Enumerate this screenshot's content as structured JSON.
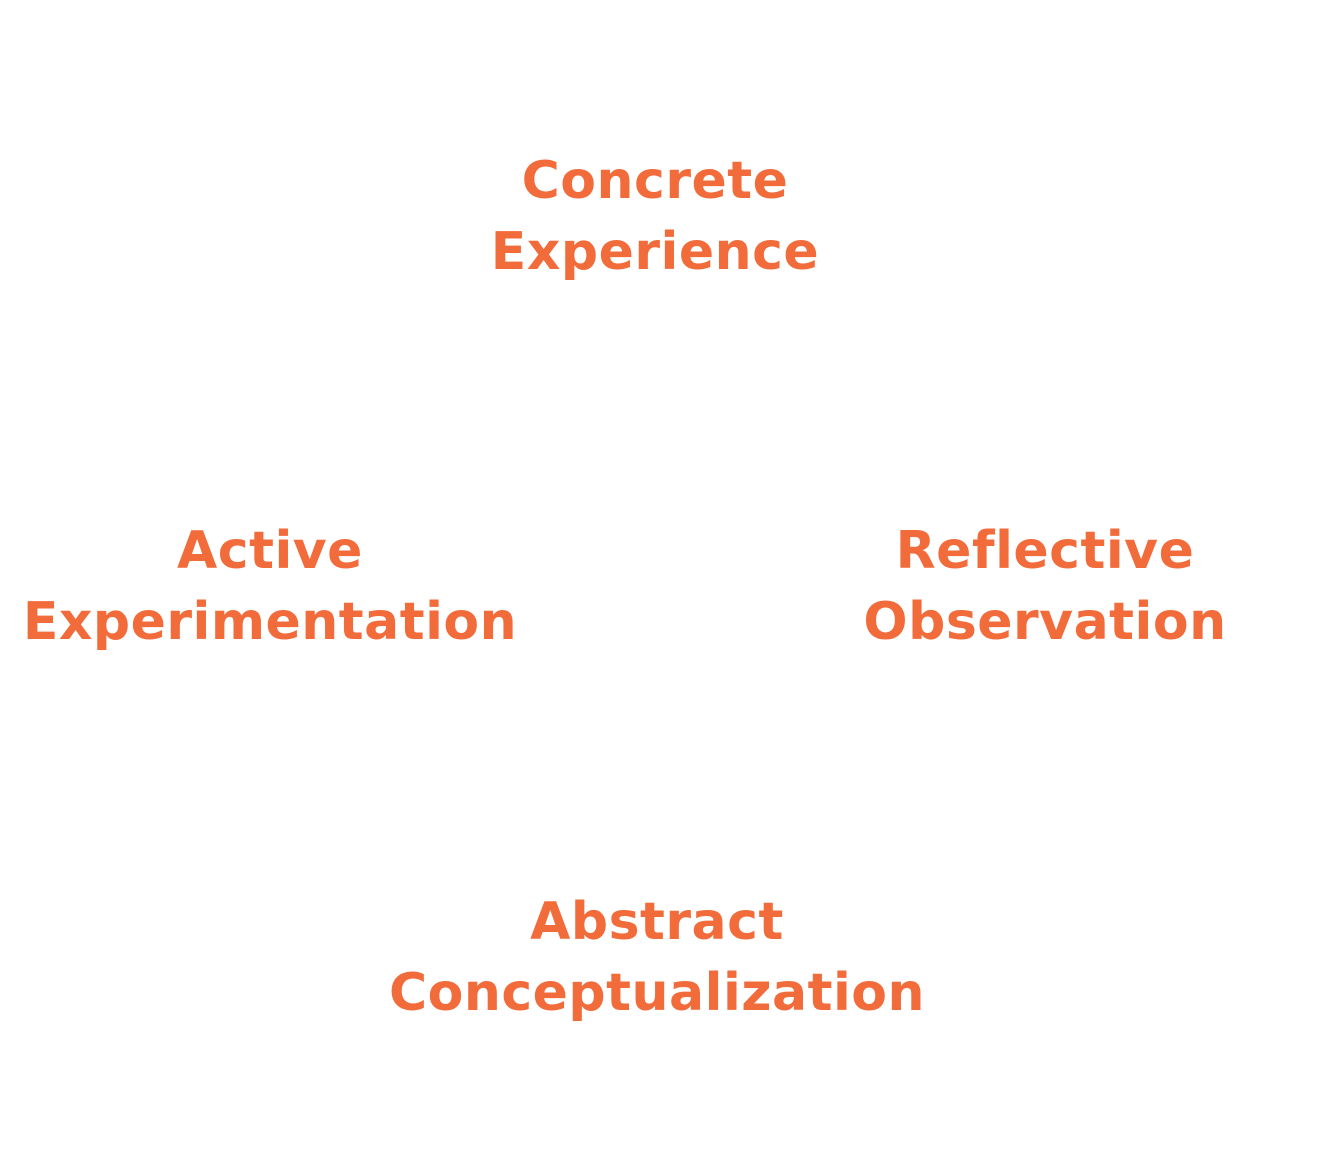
{
  "accent_color": "#f26b3a",
  "stages": {
    "concrete_experience": {
      "line1": "Concrete",
      "line2": "Experience"
    },
    "reflective_observation": {
      "line1": "Reflective",
      "line2": "Observation"
    },
    "abstract_conceptualization": {
      "line1": "Abstract",
      "line2": "Conceptualization"
    },
    "active_experimentation": {
      "line1": "Active",
      "line2": "Experimentation"
    }
  }
}
